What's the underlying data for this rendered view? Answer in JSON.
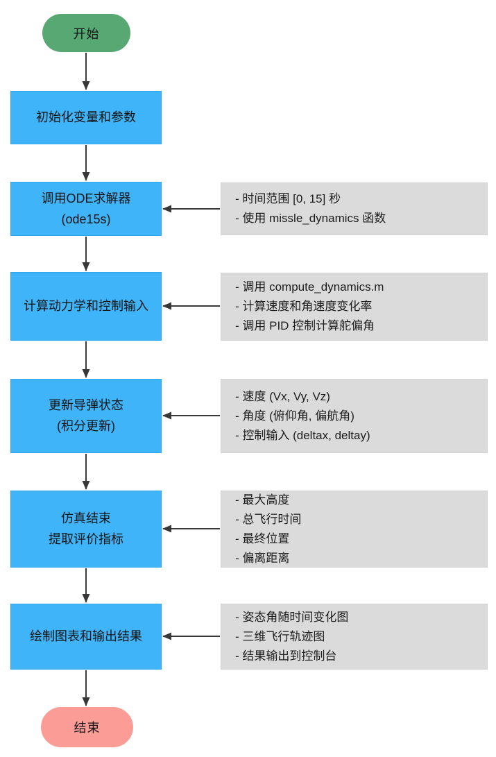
{
  "flowchart": {
    "start": {
      "label": "开始"
    },
    "end": {
      "label": "结束"
    },
    "steps": [
      {
        "lines": [
          "初始化变量和参数"
        ],
        "notes": []
      },
      {
        "lines": [
          "调用ODE求解器",
          "(ode15s)"
        ],
        "notes": [
          "- 时间范围 [0, 15] 秒",
          "- 使用 missle_dynamics 函数"
        ]
      },
      {
        "lines": [
          "计算动力学和控制输入"
        ],
        "notes": [
          "- 调用 compute_dynamics.m",
          "- 计算速度和角速度变化率",
          "- 调用 PID 控制计算舵偏角"
        ]
      },
      {
        "lines": [
          "更新导弹状态",
          "(积分更新)"
        ],
        "notes": [
          "- 速度 (Vx, Vy, Vz)",
          "- 角度 (俯仰角, 偏航角)",
          "- 控制输入 (deltax, deltay)"
        ]
      },
      {
        "lines": [
          "仿真结束",
          "提取评价指标"
        ],
        "notes": [
          "- 最大高度",
          "- 总飞行时间",
          "- 最终位置",
          "- 偏离距离"
        ]
      },
      {
        "lines": [
          "绘制图表和输出结果"
        ],
        "notes": [
          "- 姿态角随时间变化图",
          "- 三维飞行轨迹图",
          "- 结果输出到控制台"
        ]
      }
    ],
    "colors": {
      "start_fill": "#58A873",
      "end_fill": "#FC9C96",
      "process_fill": "#3FB4F8",
      "note_fill": "#DBDBDB",
      "connector": "#383838",
      "text": "#141414",
      "background": "#FFFFFF"
    }
  }
}
